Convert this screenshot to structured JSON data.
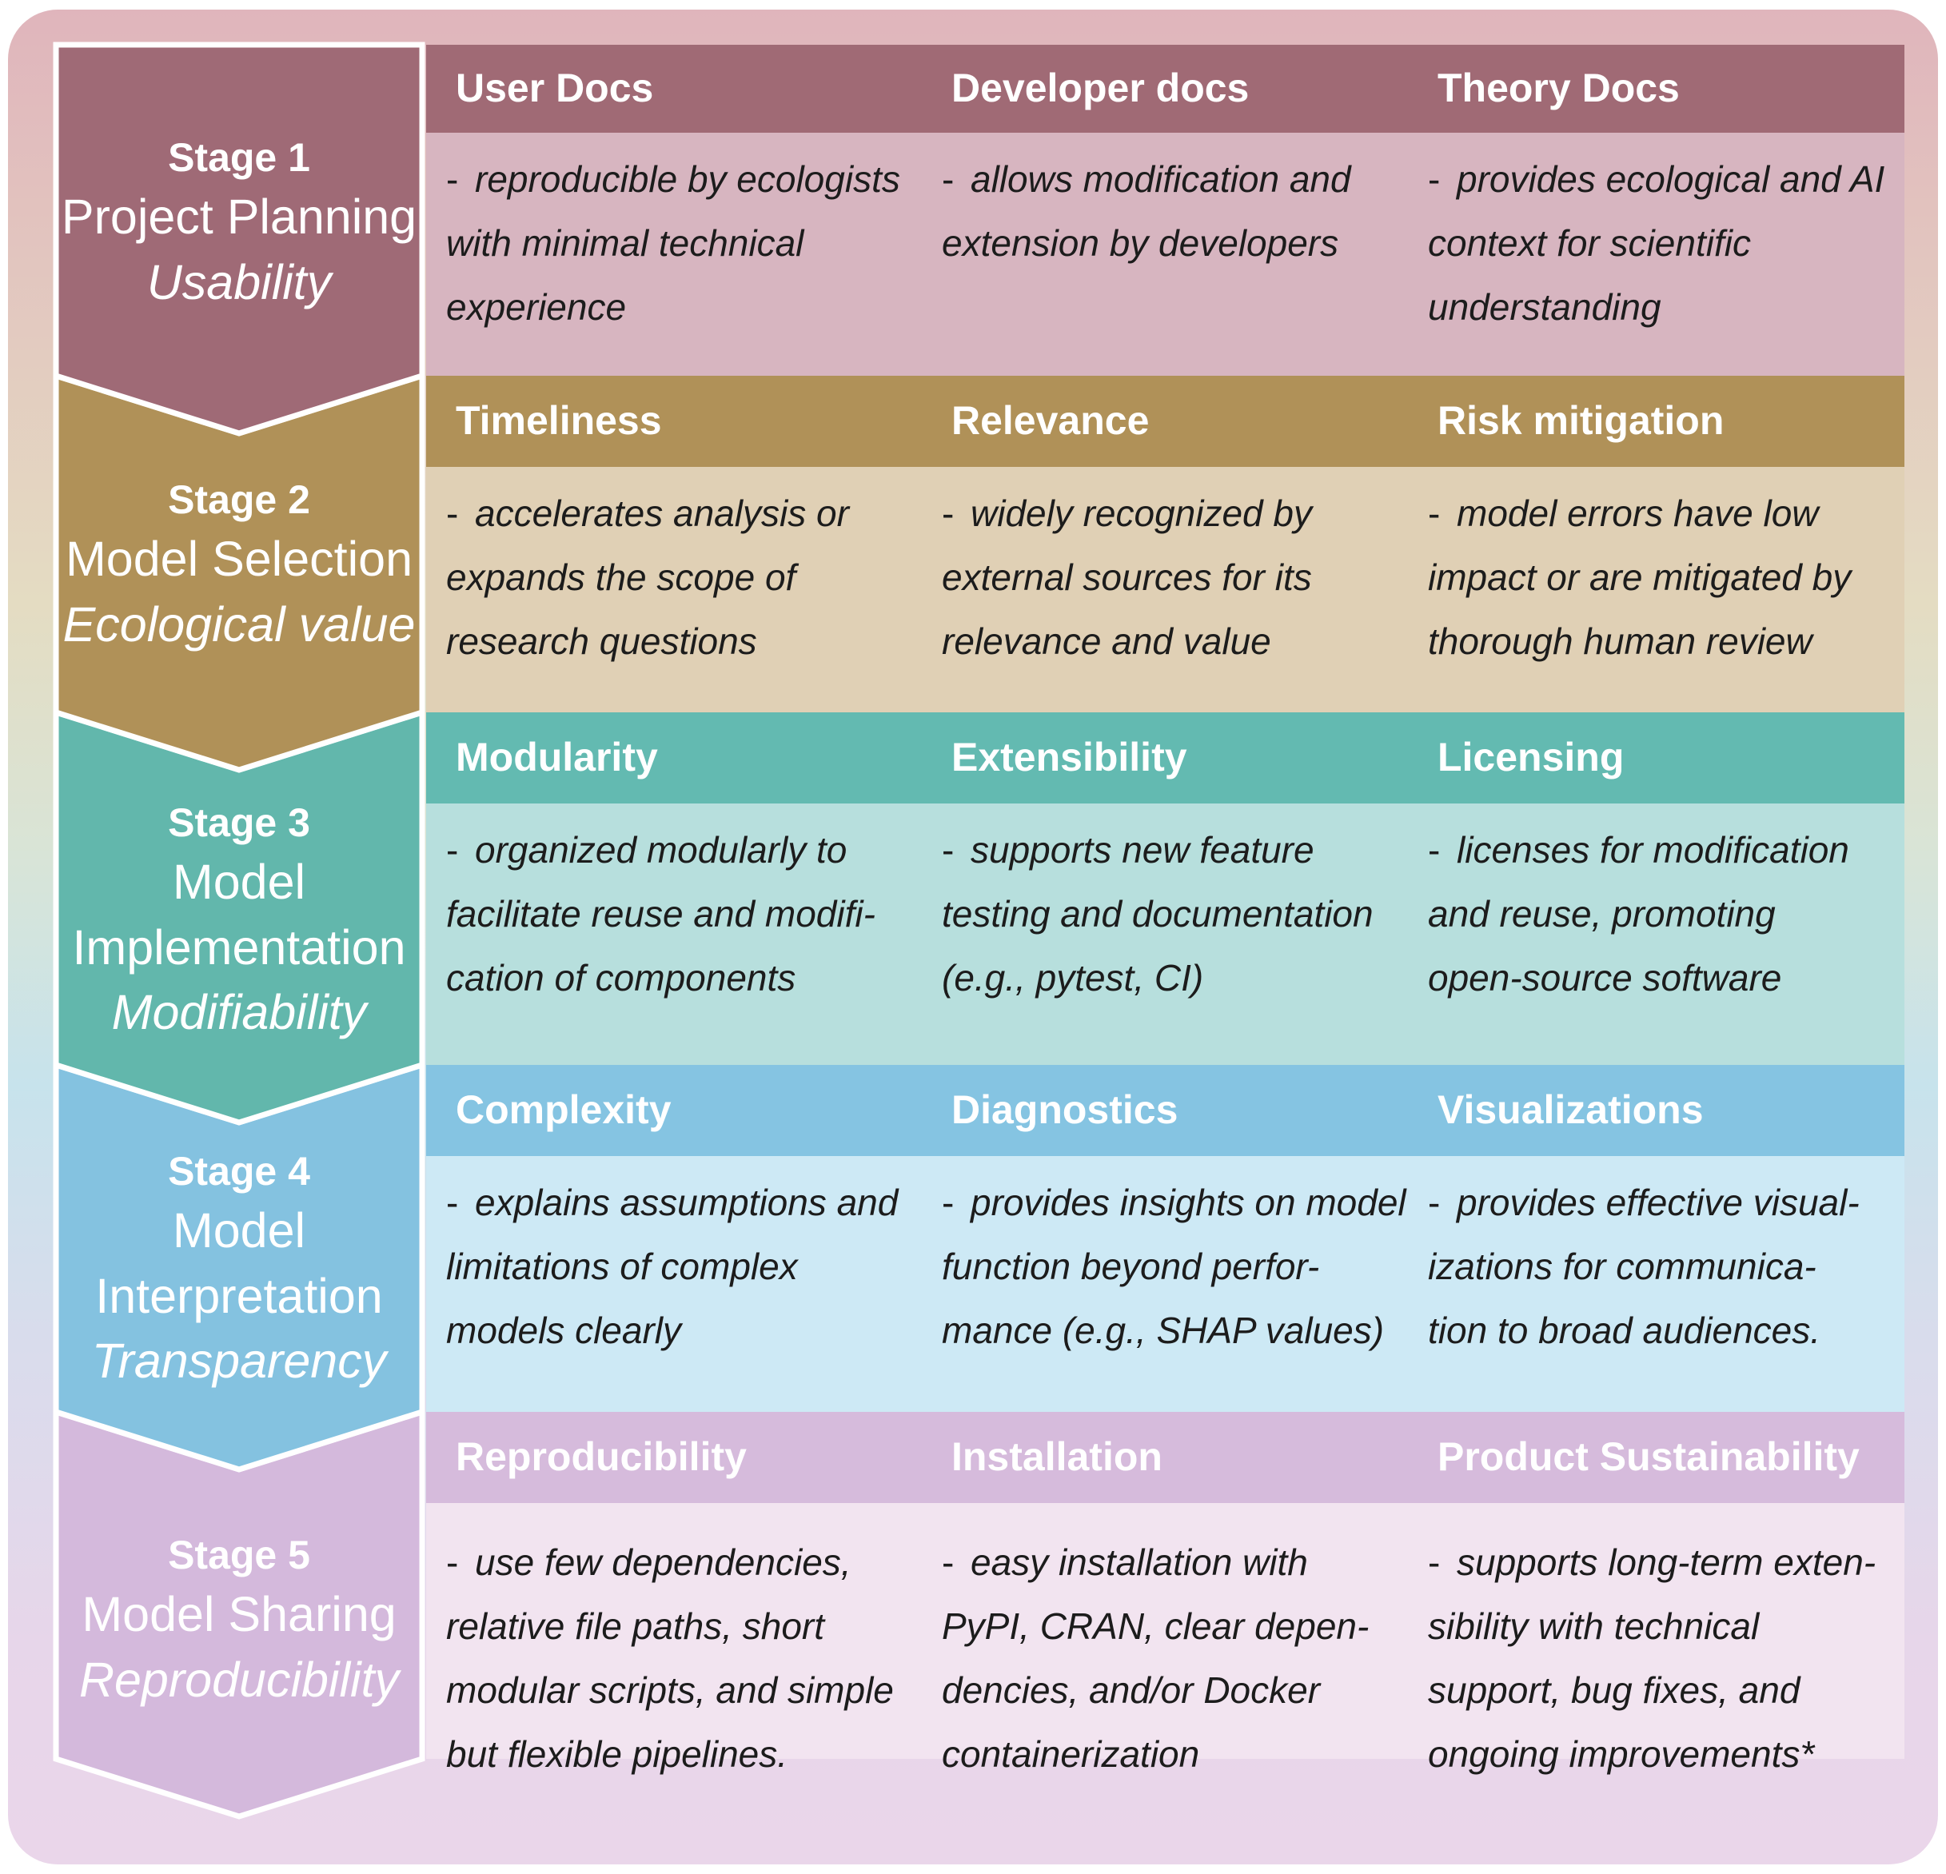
{
  "stages": [
    {
      "number": "Stage 1",
      "name": "Project Planning",
      "quality": "Usability",
      "color": "#9f6a76",
      "head_color": "#a06a75",
      "body_color": "#d7b5c0",
      "columns": [
        {
          "title": "User Docs",
          "lines": [
            "reproducible by ecologists",
            "with minimal technical",
            "experience"
          ]
        },
        {
          "title": "Developer docs",
          "lines": [
            "allows modification and",
            "extension by developers"
          ]
        },
        {
          "title": "Theory Docs",
          "lines": [
            "provides ecological and AI",
            "context for scientific",
            "understanding"
          ]
        }
      ]
    },
    {
      "number": "Stage 2",
      "name": "Model Selection",
      "quality": "Ecological value",
      "color": "#b09158",
      "head_color": "#b09158",
      "body_color": "#e0d0b5",
      "columns": [
        {
          "title": "Timeliness",
          "lines": [
            "accelerates analysis or",
            "expands the scope of",
            "research questions"
          ]
        },
        {
          "title": "Relevance",
          "lines": [
            "widely recognized by",
            "external sources for its",
            "relevance and value"
          ]
        },
        {
          "title": "Risk mitigation",
          "lines": [
            "model errors have low",
            "impact or are mitigated by",
            "thorough human review"
          ]
        }
      ]
    },
    {
      "number": "Stage 3",
      "name": "Model Implementation",
      "name_lines": [
        "Model",
        "Implementation"
      ],
      "quality": "Modifiability",
      "color": "#62b7ac",
      "head_color": "#63bab1",
      "body_color": "#b7dfdd",
      "columns": [
        {
          "title": "Modularity",
          "lines": [
            "organized modularly to",
            "facilitate reuse and modifi-",
            "cation of components"
          ]
        },
        {
          "title": "Extensibility",
          "lines": [
            "supports new feature",
            "testing and documentation",
            "(e.g., pytest, CI)"
          ]
        },
        {
          "title": "Licensing",
          "lines": [
            "licenses for modification",
            "and reuse, promoting",
            "open-source software"
          ]
        }
      ]
    },
    {
      "number": "Stage 4",
      "name": "Model Interpretation",
      "name_lines": [
        "Model",
        "Interpretation"
      ],
      "quality": "Transparency",
      "color": "#84c2e0",
      "head_color": "#85c4e2",
      "body_color": "#cde9f5",
      "columns": [
        {
          "title": "Complexity",
          "lines": [
            "explains assumptions and",
            "limitations of complex",
            "models clearly"
          ]
        },
        {
          "title": "Diagnostics",
          "lines": [
            "provides insights on model",
            "function beyond perfor-",
            "mance (e.g., SHAP values)"
          ]
        },
        {
          "title": "Visualizations",
          "lines": [
            "provides effective visual-",
            "izations for communica-",
            "tion to broad audiences."
          ]
        }
      ]
    },
    {
      "number": "Stage 5",
      "name": "Model Sharing",
      "quality": "Reproducibility",
      "color": "#d4b9dc",
      "head_color": "#d6bbdc",
      "body_color": "#f2e4f0",
      "columns": [
        {
          "title": "Reproducibility",
          "lines": [
            "use few dependencies,",
            "relative file paths, short",
            "modular scripts, and simple",
            "but flexible pipelines."
          ]
        },
        {
          "title": "Installation",
          "lines": [
            "easy installation with",
            "PyPI, CRAN, clear depen-",
            "dencies, and/or Docker",
            "containerization"
          ]
        },
        {
          "title": "Product Sustainability",
          "lines": [
            "supports long-term exten-",
            "sibility with technical",
            "support, bug fixes, and",
            "ongoing improvements*"
          ]
        }
      ]
    }
  ]
}
